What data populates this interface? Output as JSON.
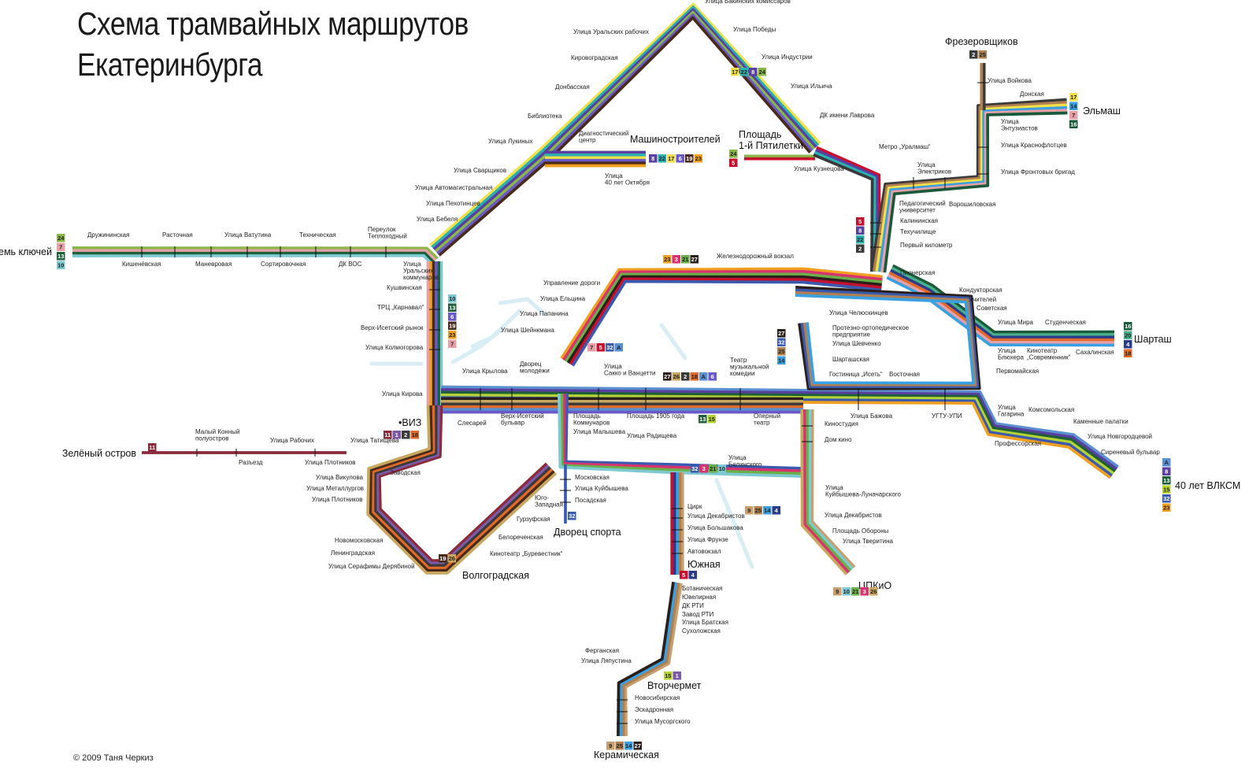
{
  "title": {
    "line1": "Схема трамвайных маршрутов",
    "line2": "Екатеринбурга"
  },
  "copyright": "© 2009 Таня Черкиз",
  "colors": {
    "r1": "#7b5aa6",
    "r2": "#3a3a3a",
    "r3": "#d8336e",
    "r4": "#2b3b8c",
    "r5": "#c8102e",
    "r6": "#6a5ac8",
    "r7": "#e7a0a8",
    "r8": "#5b3fa0",
    "r9": "#c8a070",
    "r10": "#7ecad3",
    "r11": "#8a2a3a",
    "r13": "#1f5f3a",
    "r14": "#3aa0e0",
    "r15": "#b5d334",
    "r16": "#1a5a3a",
    "r17": "#f2e14a",
    "r18": "#e06a2a",
    "r19": "#4a2a1a",
    "r20": "#4ab08a",
    "r21": "#6ab04a",
    "r22": "#2ab0b0",
    "r23": "#f0a020",
    "r24": "#8ab848",
    "r25": "#b08050",
    "r26": "#c8a860",
    "r27": "#2a1f1a",
    "r32": "#3a5ab0",
    "rA": "#5a90d0",
    "river": "#d8eef4",
    "text": "#222222"
  },
  "terminals": {
    "sem_klyuchey": "Семь ключей",
    "zeleny_ostrov": "Зелёный остров",
    "viz": "•ВИЗ",
    "volgogradskaya": "Волгоградская",
    "mashinostroiteley": "Машиностроителей",
    "ploschad": "Площадь\n1-й Пятилетки",
    "frezerovschikov": "Фрезеровщиков",
    "elmash": "Эльмаш",
    "shartash": "Шарташ",
    "vlksm": "40 лет ВЛКСМ",
    "cpkio": "ЦПКиО",
    "yuzhnaya": "Южная",
    "vtorchermet": "Вторчермет",
    "keramicheskaya": "Керамическая",
    "dvorets_sporta": "Дворец спорта"
  },
  "stations": {
    "bakinskih": "Улица Бакинских комиссаров",
    "uralskih": "Улица Уральских рабочих",
    "pobedy": "Улица Победы",
    "kirovogradskaya": "Кировоградская",
    "industrii": "Улица Индустрии",
    "donbasskaya": "Донбасская",
    "ilicha": "Улица Ильича",
    "biblioteka": "Библиотека",
    "dk_lavrova": "ДК имени Лаврова",
    "lukinyh": "Улица Лукиных",
    "diagn": "Диагностический\nцентр",
    "metro_uralmash": "Метро „Уралмаш“",
    "kuznetsova": "Улица Кузнецова",
    "svarschikov": "Улица Сварщиков",
    "oktyabrya": "Улица\n40 лет Октября",
    "avtomag": "Улица Автомагистральная",
    "pehotintsev": "Улица Пехотинцев",
    "elektrikov": "Улица\nЭлектриков",
    "pedagog": "Педагогический\nуниверситет",
    "voroshilovskaya": "Ворошиловская",
    "bebelya": "Улица Бебеля",
    "kalininskaya": "Калининская",
    "tehuchilische": "Техучилище",
    "perviy_km": "Первый километр",
    "druzhininskaya": "Дружининская",
    "rastochnaya": "Расточная",
    "vatutina": "Улица Ватутина",
    "tehnicheskaya": "Техническая",
    "pereulok": "Переулок\nТеплоходный",
    "kishenevskaya": "Кишенёвская",
    "manevrovaya": "Маневровая",
    "sortirovochnaya": "Сортировочная",
    "dk_vos": "ДК ВОС",
    "uralskih_kommunarov": "Улица\nУральских\nкоммунаров",
    "kushvinskaya": "Кушвинская",
    "karnaval": "ТРЦ „Карнавал“",
    "verh_isetsky": "Верх-Исетский рынок",
    "kolmogorova": "Улица Колмогорова",
    "kirova": "Улица Кирова",
    "slesarey": "Слесарей",
    "zheleznodorozhny": "Железнодорожный вокзал",
    "pionerskaya": "Пионерская",
    "upravlenie": "Управление дороги",
    "eltsina": "Улица Ельцина",
    "papanina": "Улица Папанина",
    "sheynkmana": "Улица Шейнкмана",
    "chelyuskintsev": "Улица Челюскинцев",
    "protezno": "Протезно-ортопедическое\nпредприятие",
    "shevchenko": "Улица Шевченко",
    "shartashskaya": "Шарташская",
    "iset": "Гостиница „Исеть“",
    "vostochnaya": "Восточная",
    "konduktorskaya": "Кондукторская",
    "uchiteley": "Учителей",
    "sovetskaya": "Советская",
    "mira": "Улица Мира",
    "studencheskaya": "Студенческая",
    "blyuhera": "Улица\nБлюхера",
    "sovremennik": "Кинотеатр\n„Современник“",
    "sahalinskaya": "Сахалинская",
    "pervomayskaya": "Первомайская",
    "krylova": "Улица Крылова",
    "molodezhi": "Дворец\nмолодёжи",
    "sakko": "Улица\nСакко и Ванцетти",
    "teatr": "Театр\nмузыкальной\nкомедии",
    "verh_bulvar": "Верх-Исетский\nбульвар",
    "pl_kommunarov": "Площадь\nКоммунаров",
    "malysheva": "Улица Малышева",
    "pl_1905": "Площадь 1905 года",
    "operny": "Оперный\nтеатр",
    "bazhova": "Улица Бажова",
    "ugtu": "УГТУ-УПИ",
    "gagarina": "Улица\nГагарина",
    "komsomolskaya": "Комсомольская",
    "kamennye": "Каменные палатки",
    "novgorodtsevoy": "Улица Новгородцевой",
    "sirenevy": "Сиреневый бульвар",
    "professorskaya": "Профессорская",
    "kinostudiya": "Киностудия",
    "dom_kino": "Дом кино",
    "maly_konny": "Малый Конный\nполуостров",
    "rabochih": "Улица Рабочих",
    "tatischeva": "Улица Татищева",
    "razezd": "Разъезд",
    "plotnikov1": "Улица Плотников",
    "zavodskaya": "Заводская",
    "radischeva": "Улица Радищева",
    "belinskogo": "Улица\nБелинского",
    "kuybysheva_lunach": "Улица\nКуйбышева-Луначарского",
    "vikulova": "Улица Викулова",
    "metallurgov": "Улица Металлургов",
    "plotnikov2": "Улица Плотников",
    "moskovskaya": "Московская",
    "kuybysheva": "Улица Куйбышева",
    "posadskaya": "Посадская",
    "yugo_zapadnaya": "Юго-\nЗападная",
    "gurzufskaya": "Гурзуфская",
    "belorechenskaya": "Белореченская",
    "burevestnik": "Кинотеатр „Буревестник“",
    "novomoskovskaya": "Новомосковская",
    "leningradskaya": "Ленинградская",
    "deryabinoy": "Улица Серафимы Дерябиной",
    "tsirk": "Цирк",
    "dekabristov1": "Улица Декабристов",
    "bolshakova": "Улица Большакова",
    "frunze": "Улица Фрунзе",
    "avtovokzal": "Автовокзал",
    "dekabristov2": "Улица Декабристов",
    "oborony": "Площадь Обороны",
    "tveritina": "Улица Тверитина",
    "botanicheskaya": "Ботаническая",
    "yuvelirnaya": "Ювелирная",
    "dk_rti": "ДК РТИ",
    "zavod_rti": "Завод РТИ",
    "bratskaya": "Улица Братская",
    "suholozhskaya": "Сухоложская",
    "ferganskaya": "Ферганская",
    "lyapustina": "Улица Ляпустина",
    "novosibirskaya": "Новосибирская",
    "eskadronnaya": "Эскадронная",
    "musorgskogo": "Улица Мусоргского",
    "voykova": "Улица Войкова",
    "donskaya": "Донская",
    "entuziastov": "Улица\nЭнтузиастов",
    "krasnoflotsev": "Улица Краснофлотцев",
    "frontovyh": "Улица Фронтовых бригад"
  },
  "route_lists": {
    "sem_klyuchey": [
      "24",
      "7",
      "13",
      "10"
    ],
    "mashinostroiteley": [
      "8",
      "22",
      "17",
      "6",
      "19",
      "23"
    ],
    "ploschad": [
      "24",
      "5"
    ],
    "frezerovschikov": [
      "2",
      "25"
    ],
    "elmash": [
      "17",
      "14",
      "7",
      "16"
    ],
    "shartash": [
      "16",
      "20",
      "4",
      "18"
    ],
    "vlksm": [
      "A",
      "8",
      "13",
      "15",
      "32",
      "23"
    ],
    "kushvinskaya": [
      "10",
      "13",
      "6",
      "19",
      "23",
      "7"
    ],
    "kalininskaya": [
      "5",
      "8",
      "22",
      "2"
    ],
    "zheleznodorozhny": [
      "23",
      "3",
      "21",
      "27"
    ],
    "viz": [
      "11",
      "1",
      "2",
      "18"
    ],
    "zeleny_ostrov": [
      "11"
    ],
    "papanina": [
      "7",
      "5",
      "32",
      "A"
    ],
    "sakko": [
      "27",
      "26",
      "2",
      "18",
      "A",
      "6"
    ],
    "shevchenko": [
      "27",
      "32",
      "25",
      "14"
    ],
    "pl_1905": [
      "13",
      "15"
    ],
    "belinskogo": [
      "32",
      "3",
      "21",
      "10"
    ],
    "tsirk": [
      "9",
      "25",
      "14",
      "4"
    ],
    "yuzhnaya": [
      "5",
      "4"
    ],
    "dvorets_sporta": [
      "32"
    ],
    "volgogradskaya": [
      "19",
      "26"
    ],
    "vtorchermet": [
      "15",
      "1"
    ],
    "keramicheskaya": [
      "9",
      "25",
      "14",
      "27"
    ],
    "cpkio": [
      "9",
      "10",
      "21",
      "3",
      "26"
    ],
    "industrii": [
      "17",
      "22",
      "8",
      "24"
    ]
  }
}
